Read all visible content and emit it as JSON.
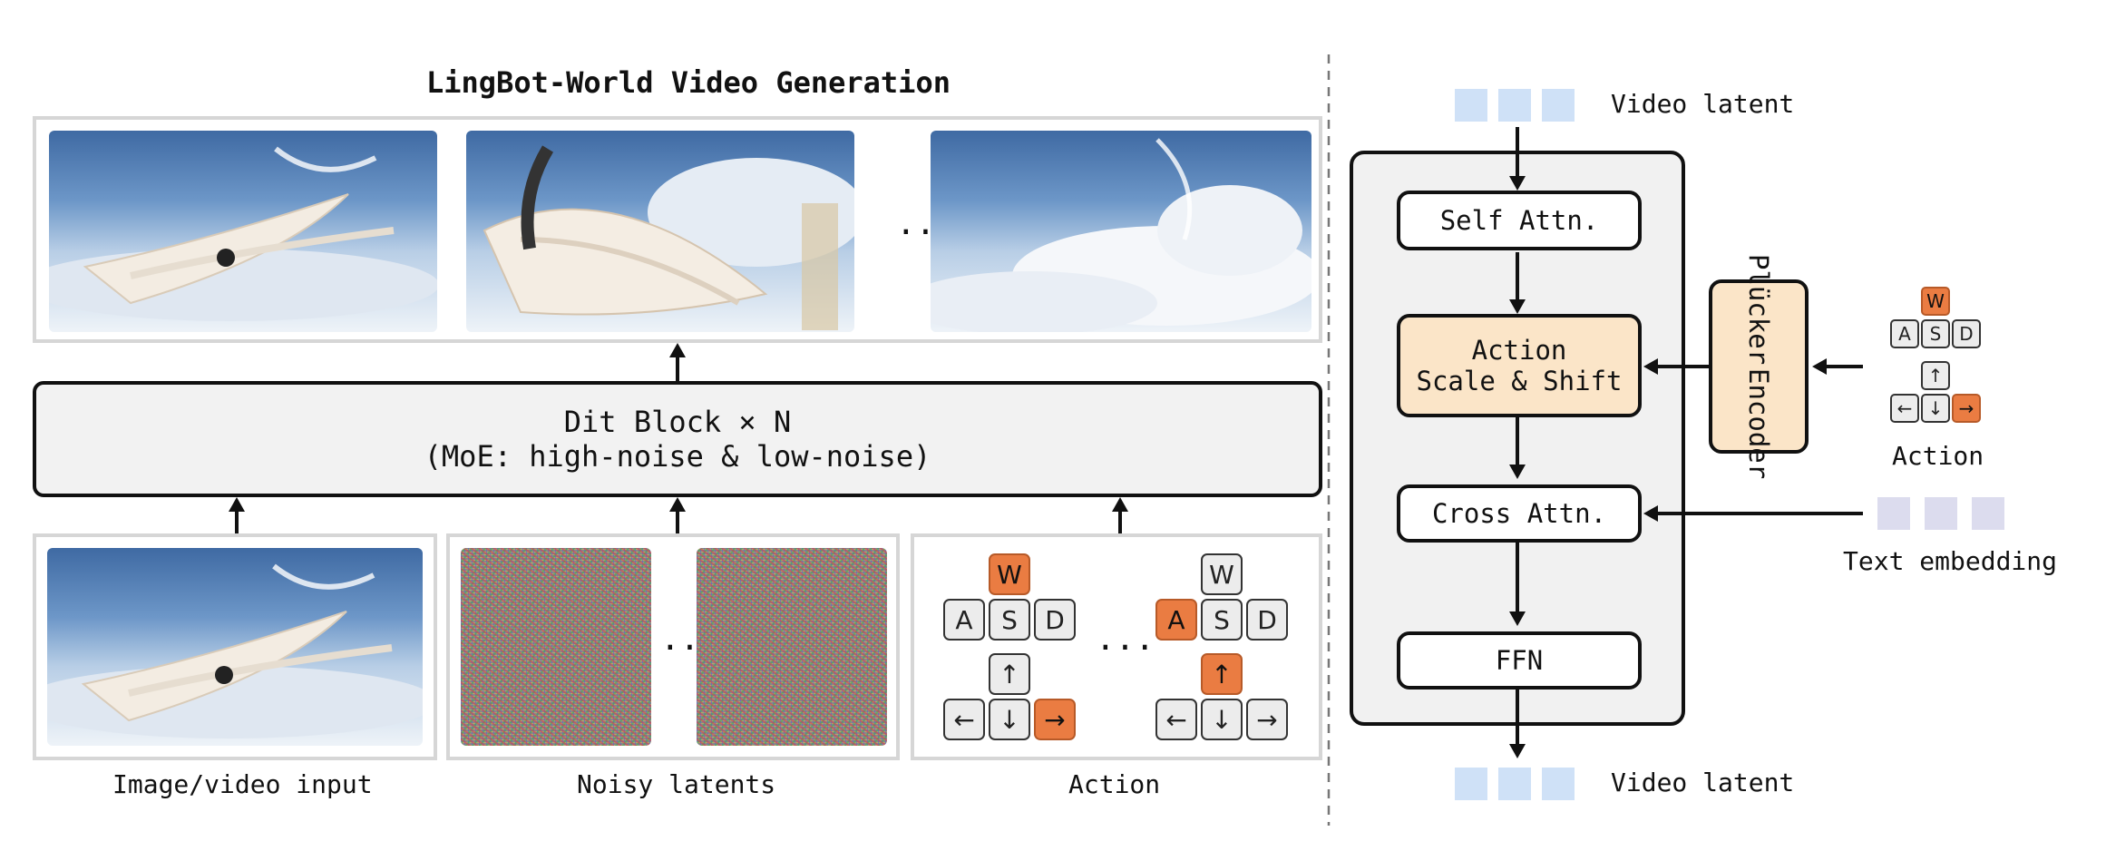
{
  "left": {
    "title": "LingBot-World Video Generation",
    "ellipsis": "...",
    "dit": {
      "line1": "Dit Block × N",
      "line2": "(MoE: high-noise & low-noise)"
    },
    "labels": {
      "image_input": "Image/video input",
      "noisy": "Noisy latents",
      "action": "Action"
    }
  },
  "keys": {
    "w": "W",
    "a": "A",
    "s": "S",
    "d": "D",
    "up": "↑",
    "left": "←",
    "down": "↓",
    "right": "→"
  },
  "right": {
    "video_latent_top": "Video latent",
    "video_latent_bottom": "Video latent",
    "self_attn": "Self Attn.",
    "action_block": {
      "line1": "Action",
      "line2": "Scale & Shift"
    },
    "cross_attn": "Cross Attn.",
    "ffn": "FFN",
    "plucker": {
      "line1": "Plücker",
      "line2": "Encoder"
    },
    "action_label": "Action",
    "text_embedding": "Text embedding"
  },
  "colors": {
    "key_active": "#ea7c42",
    "action_block": "#fbe5c8",
    "video_latent": "#cfe1f7",
    "text_embedding": "#dcdcee"
  }
}
